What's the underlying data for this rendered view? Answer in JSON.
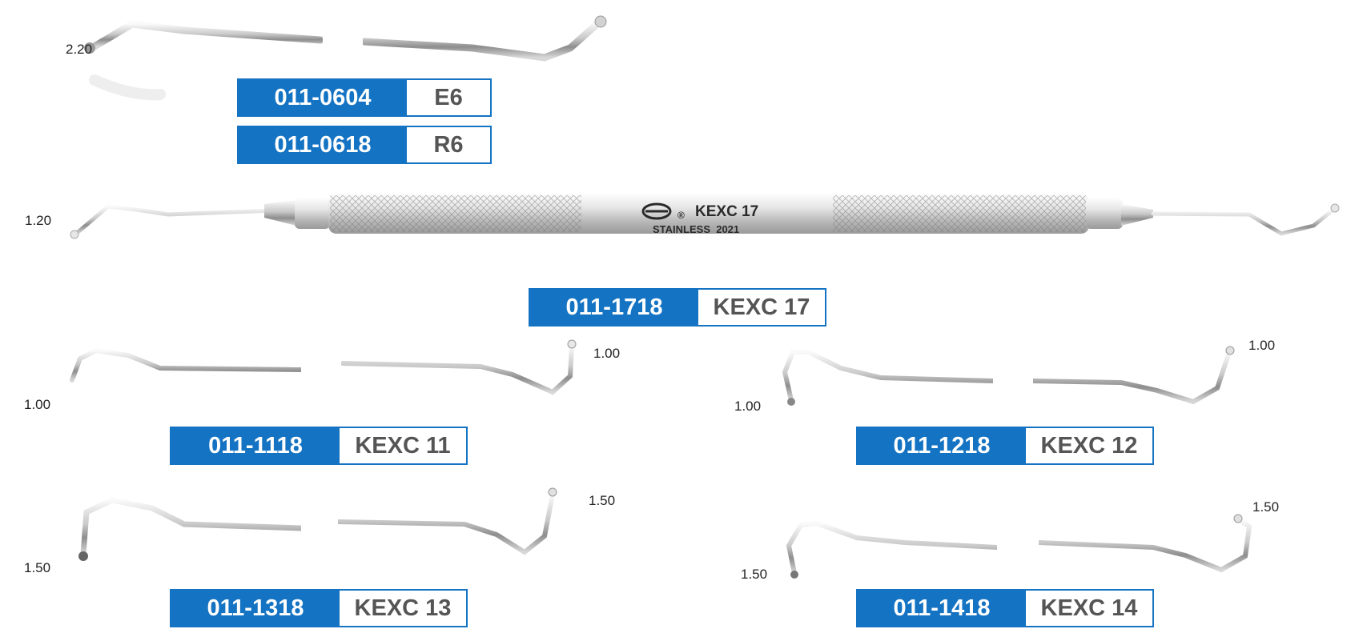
{
  "instruments": [
    {
      "tip_sizes": [
        "2.20"
      ],
      "labels": [
        {
          "code": "011-0604",
          "model": "E6"
        },
        {
          "code": "011-0618",
          "model": "R6"
        }
      ]
    },
    {
      "tip_sizes": [
        "1.20"
      ],
      "labels": [
        {
          "code": "011-1718",
          "model": "KEXC 17"
        }
      ],
      "handle_stamp": {
        "model": "KEXC 17",
        "line2": "STAINLESS  2021",
        "logo": "S-logo",
        "registered": "®"
      }
    },
    {
      "tip_sizes": [
        "1.00",
        "1.00"
      ],
      "labels": [
        {
          "code": "011-1118",
          "model": "KEXC 11"
        }
      ]
    },
    {
      "tip_sizes": [
        "1.00",
        "1.00"
      ],
      "labels": [
        {
          "code": "011-1218",
          "model": "KEXC 12"
        }
      ]
    },
    {
      "tip_sizes": [
        "1.50",
        "1.50"
      ],
      "labels": [
        {
          "code": "011-1318",
          "model": "KEXC 13"
        }
      ]
    },
    {
      "tip_sizes": [
        "1.50",
        "1.50"
      ],
      "labels": [
        {
          "code": "011-1418",
          "model": "KEXC 14"
        }
      ]
    }
  ],
  "colors": {
    "label_blue": "#1473c2",
    "model_text": "#555555",
    "steel_light": "#f2f2f2",
    "steel_dark": "#8a8a8a"
  }
}
